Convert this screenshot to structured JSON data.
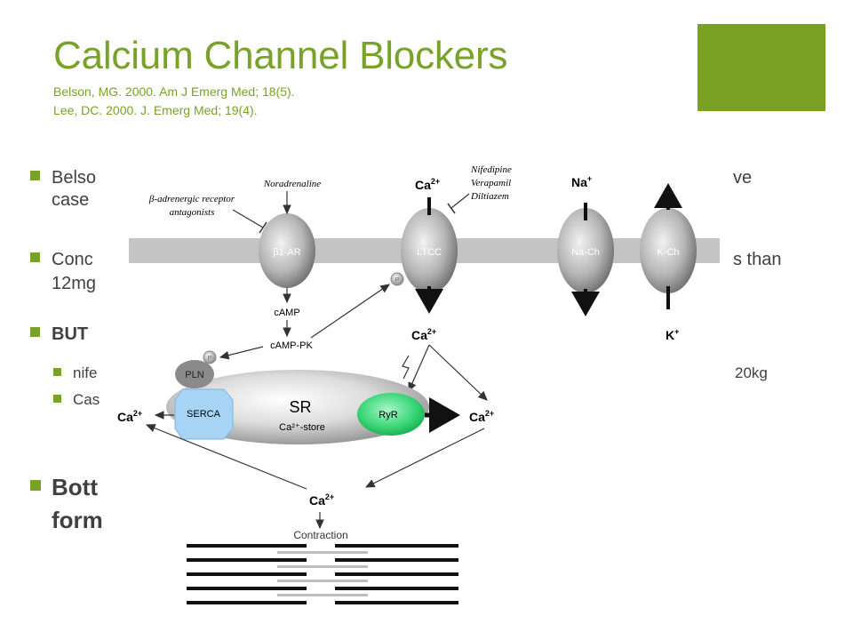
{
  "slide": {
    "title": "Calcium Channel Blockers",
    "refs": [
      "Belson, MG. 2000.  Am J Emerg Med; 18(5).",
      "Lee, DC. 2000.  J. Emerg Med; 19(4)."
    ],
    "accent_color": "#7aa024"
  },
  "bullets": {
    "b1_left": "Belso",
    "b1_right": "ve",
    "b1_line2": "case",
    "b2_left": "Conc",
    "b2_right": "s than",
    "b2_line2": "12mg",
    "b3_left": "BUT",
    "s1_left": "nife",
    "s1_right": "20kg",
    "s2_left": "Cas",
    "b4_left": "Bott",
    "b4_line2": "form"
  },
  "diagram": {
    "noradrenaline": "Noradrenaline",
    "beta_antagonist_1": "β-adrenergic receptor",
    "beta_antagonist_2": "antagonists",
    "ccb_1": "Nifedipine",
    "ccb_2": "Verapamil",
    "ccb_3": "Diltiazem",
    "b1ar": "β1-AR",
    "ltcc": "LTCC",
    "nach": "Na-Ch",
    "kch": "K-Ch",
    "camp": "cAMP",
    "camppk": "cAMP-PK",
    "plc": "P",
    "pln": "PLN",
    "serca": "SERCA",
    "sr": "SR",
    "ca_store": "Ca²⁺-store",
    "ryr": "RyR",
    "contraction": "Contraction",
    "ca_ltcc_top": "Ca",
    "ca_ltcc_below": "Ca",
    "ca_left": "Ca",
    "ca_right": "Ca",
    "ca_bottom": "Ca",
    "na": "Na",
    "k": "K",
    "sup_2plus": "2+",
    "sup_plus": "+"
  }
}
